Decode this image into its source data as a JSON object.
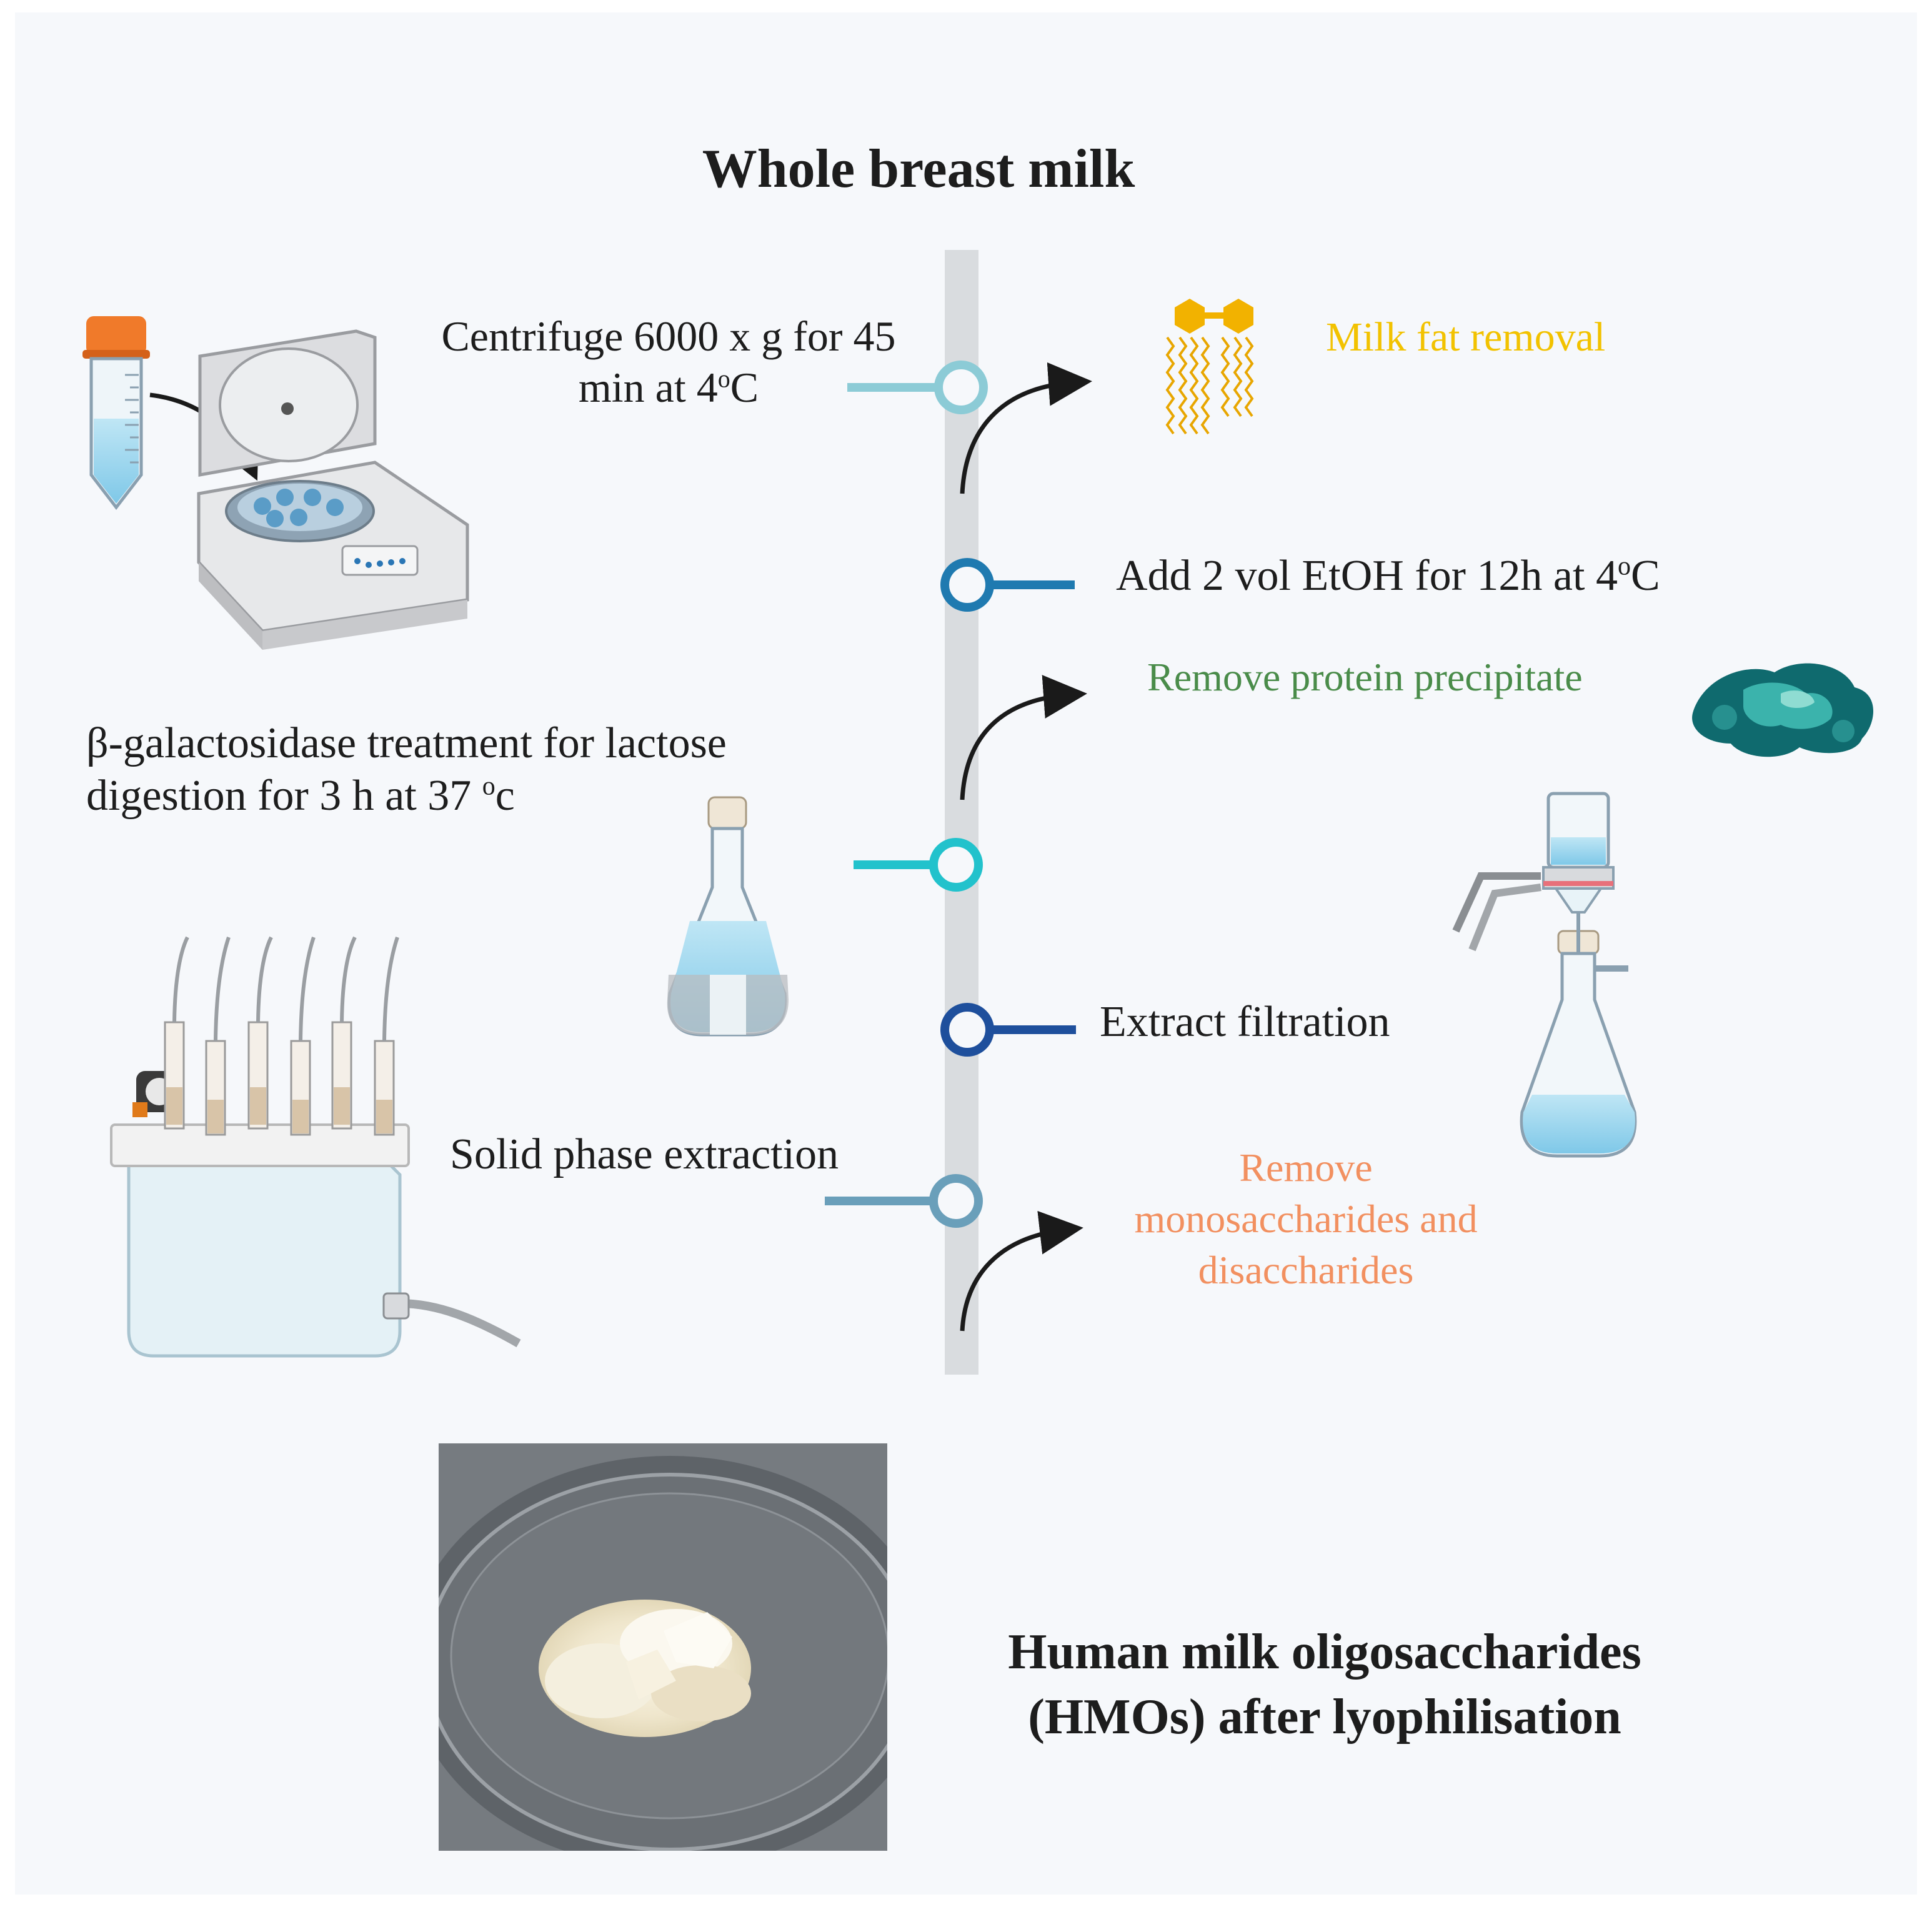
{
  "title": "Whole breast milk",
  "steps": {
    "centrifuge": {
      "line1": "Centrifuge 6000 x g for 45",
      "line2_pre": "min at 4",
      "line2_sup": "o",
      "line2_post": "C"
    },
    "ethanol": {
      "pre": "Add 2 vol EtOH for 12h at 4",
      "sup": "o",
      "post": "C"
    },
    "galactosidase": {
      "line1": "β-galactosidase treatment for lactose",
      "line2_pre": "digestion for 3 h at 37 ",
      "line2_sup": "o",
      "line2_post": "c"
    },
    "filtration": "Extract filtration",
    "spe": "Solid phase extraction"
  },
  "outcomes": {
    "fat": "Milk fat removal",
    "protein": "Remove protein precipitate",
    "sugars": {
      "line1": "Remove",
      "line2": "monosaccharides and",
      "line3": "disaccharides"
    }
  },
  "result": {
    "line1": "Human milk oligosaccharides",
    "line2": "(HMOs) after lyophilisation"
  },
  "colors": {
    "fat_text": "#f2c200",
    "protein_text": "#4a8c4a",
    "sugars_text": "#f29060",
    "node_1": "#8ccbd6",
    "node_2": "#1f7ab0",
    "node_3": "#22c2cc",
    "node_4": "#1e4f9c",
    "node_5": "#6a9fba",
    "timeline": "#d9dcdf"
  }
}
